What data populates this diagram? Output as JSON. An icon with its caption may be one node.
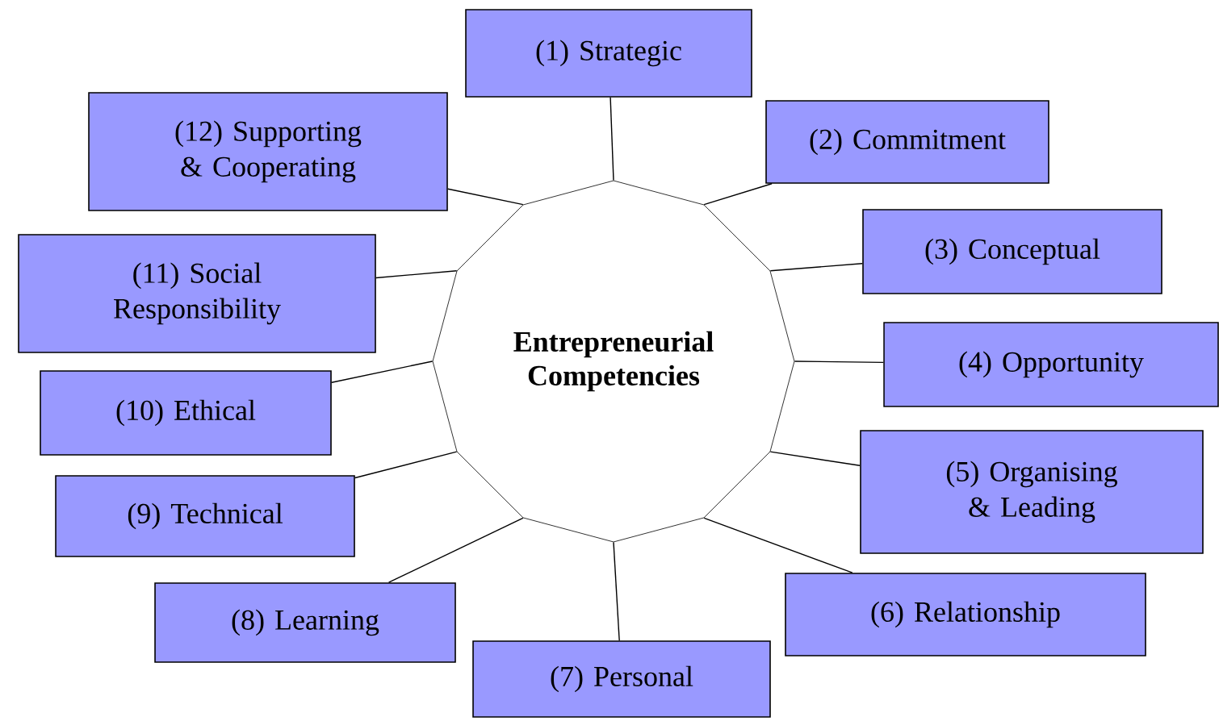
{
  "diagram": {
    "nodes": [
      {
        "text": [
          "Entrepreneurial Competencies"
        ]
      },
      {
        "text": [
          "(1) Strategic"
        ]
      },
      {
        "text": [
          "(2) Commitment"
        ]
      },
      {
        "text": [
          "(3) Conceptual"
        ]
      },
      {
        "text": [
          "(4) Opportunity"
        ]
      },
      {
        "text": [
          "(5) Organising & Leading"
        ]
      },
      {
        "text": [
          "(6) Relationship"
        ]
      },
      {
        "text": [
          "(7) Personal"
        ]
      },
      {
        "text": [
          "(8) Learning"
        ]
      },
      {
        "text": [
          "(9) Technical"
        ]
      },
      {
        "text": [
          "(10) Ethical"
        ]
      },
      {
        "text": [
          "(11) Social Responsibility"
        ]
      },
      {
        "text": [
          "(12) Supporting & Cooperating"
        ]
      }
    ],
    "edges": [
      {
        "from": 0,
        "to": 1,
        "arrow": "none"
      },
      {
        "from": 0,
        "to": 2,
        "arrow": "none"
      },
      {
        "from": 0,
        "to": 3,
        "arrow": "none"
      },
      {
        "from": 0,
        "to": 4,
        "arrow": "none"
      },
      {
        "from": 0,
        "to": 5,
        "arrow": "none"
      },
      {
        "from": 0,
        "to": 6,
        "arrow": "none"
      },
      {
        "from": 0,
        "to": 7,
        "arrow": "none"
      },
      {
        "from": 0,
        "to": 8,
        "arrow": "none"
      },
      {
        "from": 0,
        "to": 9,
        "arrow": "none"
      },
      {
        "from": 0,
        "to": 10,
        "arrow": "none"
      },
      {
        "from": 0,
        "to": 11,
        "arrow": "none"
      },
      {
        "from": 0,
        "to": 12,
        "arrow": "none"
      }
    ]
  }
}
